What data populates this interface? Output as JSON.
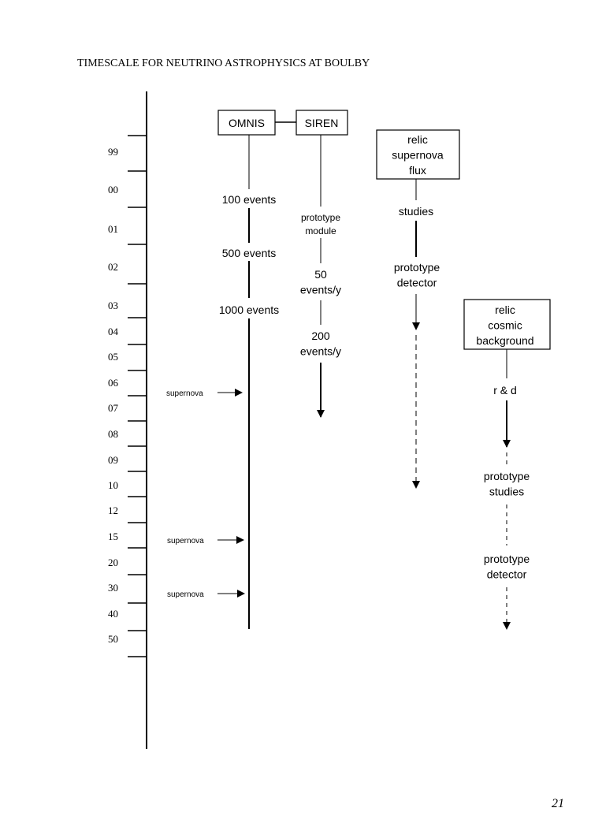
{
  "document": {
    "title": "TIMESCALE FOR NEUTRINO ASTROPHYSICS AT BOULBY",
    "page_number": "21"
  },
  "timeline": {
    "years": [
      "99",
      "00",
      "01",
      "02",
      "03",
      "04",
      "05",
      "06",
      "07",
      "08",
      "09",
      "10",
      "12",
      "15",
      "20",
      "30",
      "40",
      "50"
    ]
  },
  "omnis": {
    "label": "OMNIS",
    "milestones": [
      "100 events",
      "500 events",
      "1000 events"
    ],
    "supernova_label": "supernova"
  },
  "siren": {
    "label": "SIREN",
    "milestones": [
      "prototype\nmodule",
      "50\nevents/y",
      "200\nevents/y"
    ]
  },
  "relic_supernova": {
    "label": "relic\nsupernova\nflux",
    "milestones": [
      "studies",
      "prototype\ndetector"
    ]
  },
  "relic_cosmic": {
    "label": "relic\ncosmic\nbackground",
    "milestones": [
      "r & d",
      "prototype\nstudies",
      "prototype\ndetector"
    ]
  }
}
